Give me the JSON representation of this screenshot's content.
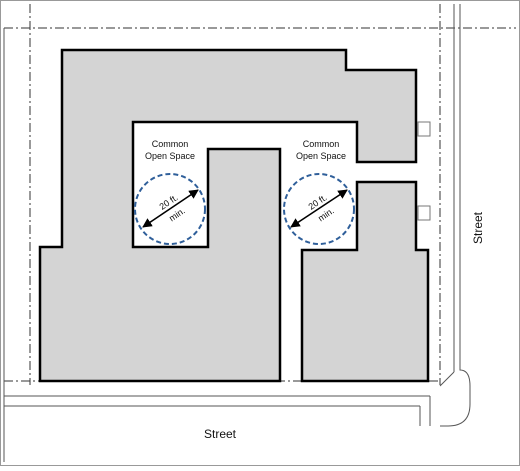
{
  "labels": {
    "street_bottom": "Street",
    "street_right": "Street",
    "open_space_left_line1": "Common",
    "open_space_left_line2": "Open Space",
    "open_space_right_line1": "Common",
    "open_space_right_line2": "Open Space",
    "dimension_left_line1": "20 ft.",
    "dimension_left_line2": "min.",
    "dimension_right_line1": "20 ft.",
    "dimension_right_line2": "min."
  },
  "colors": {
    "building_fill": "#d4d4d4",
    "building_outline": "#000000",
    "dimension_circle": "#2f5f9a"
  }
}
